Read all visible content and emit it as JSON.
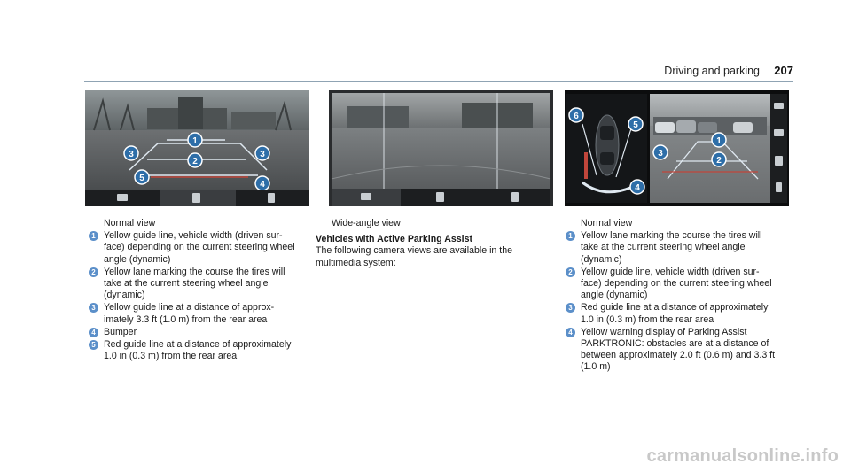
{
  "header": {
    "section": "Driving and parking",
    "page_number": "207"
  },
  "colors": {
    "badge": "#5b8fc9",
    "guide_white": "#dfe8f0",
    "callout_fill": "#2e6ea8",
    "callout_ring": "#ffffff",
    "rule": "#8fa3b3"
  },
  "figure1": {
    "callouts": [
      "1",
      "3",
      "3",
      "2",
      "5",
      "4"
    ],
    "icons": [
      "camera-view-icon",
      "parking-icon",
      "sensor-icon"
    ]
  },
  "figure2": {
    "icons": [
      "camera-view-icon",
      "parking-icon",
      "sensor-icon"
    ]
  },
  "figure3": {
    "callouts": [
      "6",
      "5",
      "4",
      "1",
      "3",
      "2"
    ],
    "icons": [
      "camera-view-icon",
      "parking-icon",
      "sensor-icon"
    ]
  },
  "col1": {
    "caption": "Normal view",
    "items": [
      {
        "num": "1",
        "text": "Yellow guide line, vehicle width (driven sur-face) depending on the current steering wheel angle (dynamic)"
      },
      {
        "num": "2",
        "text": "Yellow lane marking the course the tires will take at the current steering wheel angle (dynamic)"
      },
      {
        "num": "3",
        "text": "Yellow guide line at a distance of approx-imately 3.3 ft (1.0 m) from the rear area"
      },
      {
        "num": "4",
        "text": "Bumper"
      },
      {
        "num": "5",
        "text": "Red guide line at a distance of approximately 1.0 in (0.3 m) from the rear area"
      }
    ]
  },
  "col2": {
    "caption": "Wide-angle view",
    "subhead": "Vehicles with Active Parking Assist",
    "body": "The following camera views are available in the multimedia system:"
  },
  "col3": {
    "caption": "Normal view",
    "items": [
      {
        "num": "1",
        "text": "Yellow lane marking the course the tires will take at the current steering wheel angle (dynamic)"
      },
      {
        "num": "2",
        "text": "Yellow guide line, vehicle width (driven sur-face) depending on the current steering wheel angle (dynamic)"
      },
      {
        "num": "3",
        "text": "Red guide line at a distance of approximately 1.0 in (0.3 m) from the rear area"
      },
      {
        "num": "4",
        "text": "Yellow warning display of Parking Assist PARKTRONIC: obstacles are at a distance of between approximately 2.0 ft (0.6 m) and 3.3 ft (1.0 m)"
      }
    ]
  },
  "watermark": "carmanualsonline.info"
}
